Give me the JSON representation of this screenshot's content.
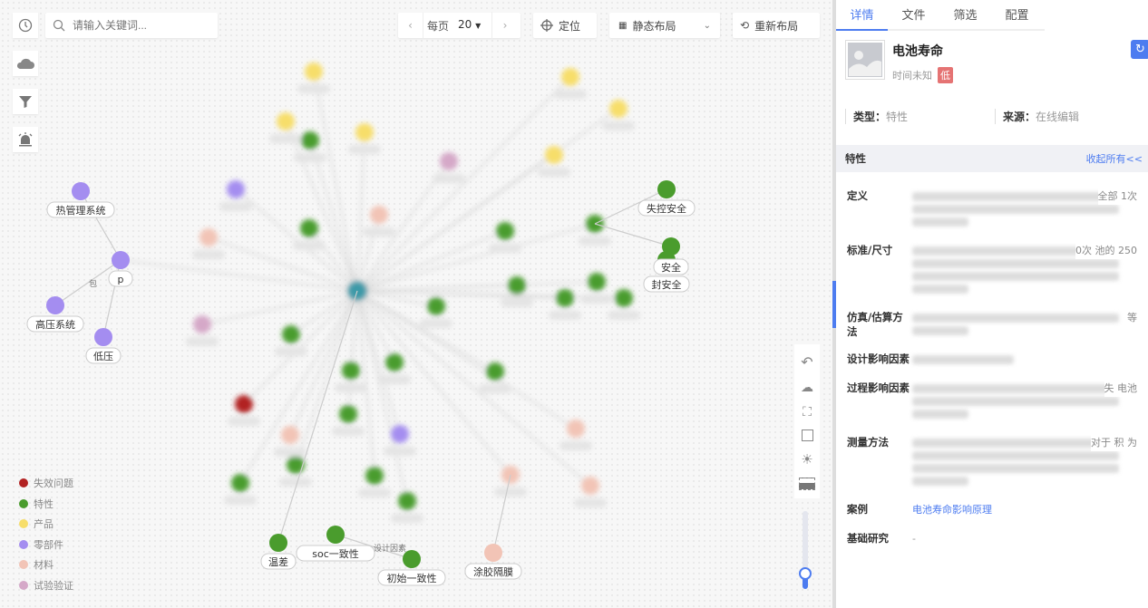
{
  "toolbar": {
    "search_placeholder": "请输入关键词...",
    "per_page_label": "每页",
    "per_page_value": "20",
    "locate_label": "定位",
    "layout_label": "静态布局",
    "relayout_label": "重新布局"
  },
  "legend": [
    {
      "label": "失效问题",
      "color": "#b22222"
    },
    {
      "label": "特性",
      "color": "#4a9c2d"
    },
    {
      "label": "产品",
      "color": "#f7de6a"
    },
    {
      "label": "零部件",
      "color": "#a48df0"
    },
    {
      "label": "材料",
      "color": "#f2c4b6"
    },
    {
      "label": "试验验证",
      "color": "#d5a8c8"
    }
  ],
  "graph_labels": {
    "n1": "热管理系统",
    "n2": "p",
    "n3": "高压系统",
    "n4": "低压",
    "n5": "失控安全",
    "n6": "安全",
    "n7": "封安全",
    "n8": "温差",
    "n9": "soc一致性",
    "n10": "初始一致性",
    "n11": "涂胶隔膜",
    "e1": "包",
    "e2": "设计因素"
  },
  "panel": {
    "tabs": [
      "详情",
      "文件",
      "筛选",
      "配置"
    ],
    "title": "电池寿命",
    "time": "时间未知",
    "level_badge": "低",
    "type_label": "类型：",
    "type_value": "特性",
    "source_label": "来源：",
    "source_value": "在线编辑",
    "section_title": "特性",
    "collapse_label": "收起所有<<",
    "fields": [
      {
        "label": "定义",
        "tail": "全部 1次"
      },
      {
        "label": "标准/尺寸",
        "tail": "0次 池的 250"
      },
      {
        "label": "仿真/估算方法",
        "tail": "等"
      },
      {
        "label": "设计影响因素",
        "tail": ""
      },
      {
        "label": "过程影响因素",
        "tail": "失 电池"
      },
      {
        "label": "测量方法",
        "tail": "对于 积 为"
      },
      {
        "label": "案例",
        "link": "电池寿命影响原理"
      },
      {
        "label": "基础研究",
        "value": "-"
      }
    ]
  },
  "colors": {
    "accent": "#4d7cf0",
    "badge": "#e57373"
  }
}
